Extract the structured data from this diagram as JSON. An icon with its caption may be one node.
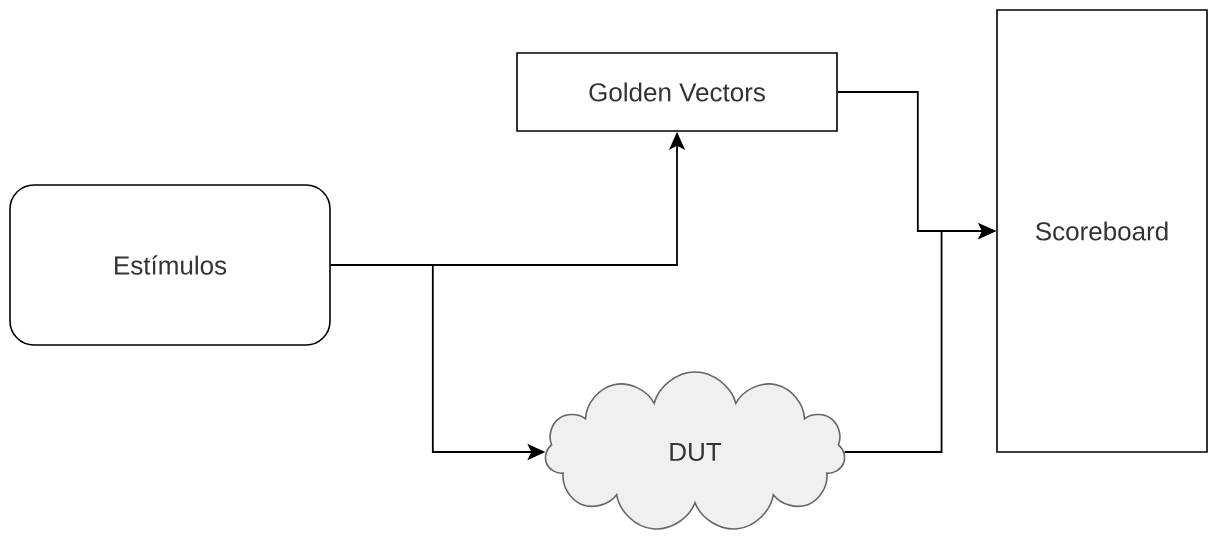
{
  "diagram": {
    "nodes": [
      {
        "text": [
          "Golden Vectors"
        ]
      },
      {
        "text": [
          "Estímulos"
        ]
      },
      {
        "text": [
          "DUT"
        ]
      },
      {
        "text": [
          "Scoreboard"
        ]
      }
    ],
    "edges": [
      {
        "from": 1,
        "to": 0,
        "arrow": "to"
      },
      {
        "from": 1,
        "to": 2,
        "arrow": "to"
      },
      {
        "from": 0,
        "to": 3,
        "arrow": "to"
      },
      {
        "from": 2,
        "to": 3,
        "arrow": "to"
      }
    ]
  }
}
